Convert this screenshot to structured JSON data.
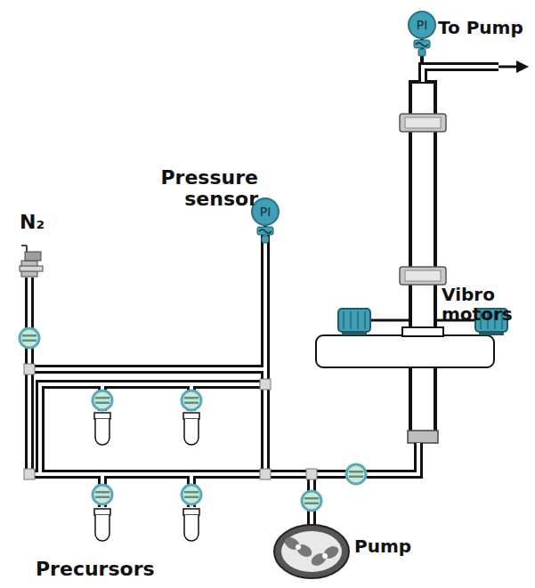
{
  "diagram": {
    "nodes": [
      {
        "text": [
          "PI"
        ]
      },
      {
        "text": [
          "PI"
        ]
      }
    ],
    "labels": [
      "To Pump",
      "Pressure sensor",
      "N₂",
      "Vibro motors",
      "Pump",
      "Precursors"
    ]
  }
}
